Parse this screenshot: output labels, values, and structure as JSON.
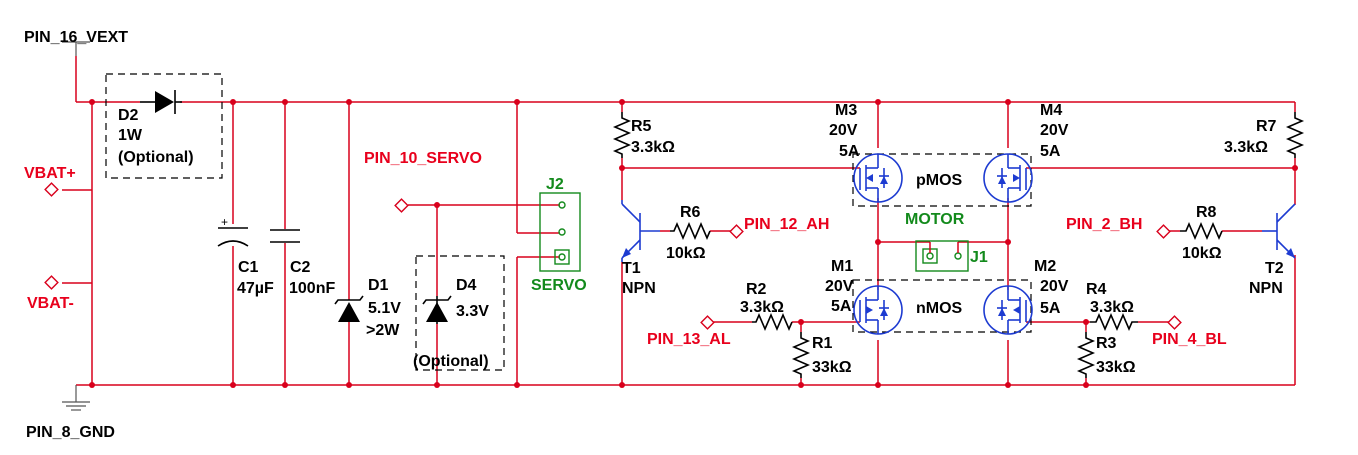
{
  "pins": {
    "vext": "PIN_16_VEXT",
    "vbat_plus": "VBAT+",
    "vbat_minus": "VBAT-",
    "gnd": "PIN_8_GND",
    "servo": "PIN_10_SERVO",
    "ah": "PIN_12_AH",
    "al": "PIN_13_AL",
    "bh": "PIN_2_BH",
    "bl": "PIN_4_BL"
  },
  "components": {
    "d2": {
      "ref": "D2",
      "value": "1W",
      "note": "(Optional)"
    },
    "c1": {
      "ref": "C1",
      "value": "47µF"
    },
    "c2": {
      "ref": "C2",
      "value": "100nF"
    },
    "d1": {
      "ref": "D1",
      "value": "5.1V",
      "power": ">2W"
    },
    "d4": {
      "ref": "D4",
      "value": "3.3V",
      "note": "(Optional)"
    },
    "j2": {
      "ref": "J2",
      "name": "SERVO"
    },
    "r5": {
      "ref": "R5",
      "value": "3.3kΩ"
    },
    "r6": {
      "ref": "R6",
      "value": "10kΩ"
    },
    "t1": {
      "ref": "T1",
      "type": "NPN"
    },
    "r2": {
      "ref": "R2",
      "value": "3.3kΩ"
    },
    "r1": {
      "ref": "R1",
      "value": "33kΩ"
    },
    "m3": {
      "ref": "M3",
      "voltage": "20V",
      "current": "5A"
    },
    "m1": {
      "ref": "M1",
      "voltage": "20V",
      "current": "5A"
    },
    "m4": {
      "ref": "M4",
      "voltage": "20V",
      "current": "5A"
    },
    "m2": {
      "ref": "M2",
      "voltage": "20V",
      "current": "5A"
    },
    "pmos": "pMOS",
    "nmos": "nMOS",
    "motor": "MOTOR",
    "j1": {
      "ref": "J1"
    },
    "r7": {
      "ref": "R7",
      "value": "3.3kΩ"
    },
    "r8": {
      "ref": "R8",
      "value": "10kΩ"
    },
    "t2": {
      "ref": "T2",
      "type": "NPN"
    },
    "r4": {
      "ref": "R4",
      "value": "3.3kΩ"
    },
    "r3": {
      "ref": "R3",
      "value": "33kΩ"
    }
  },
  "colors": {
    "wire": "#d9001c",
    "label_red": "#e8001c",
    "label_green": "#138a1c",
    "transistor_blue": "#1d3bd1"
  }
}
